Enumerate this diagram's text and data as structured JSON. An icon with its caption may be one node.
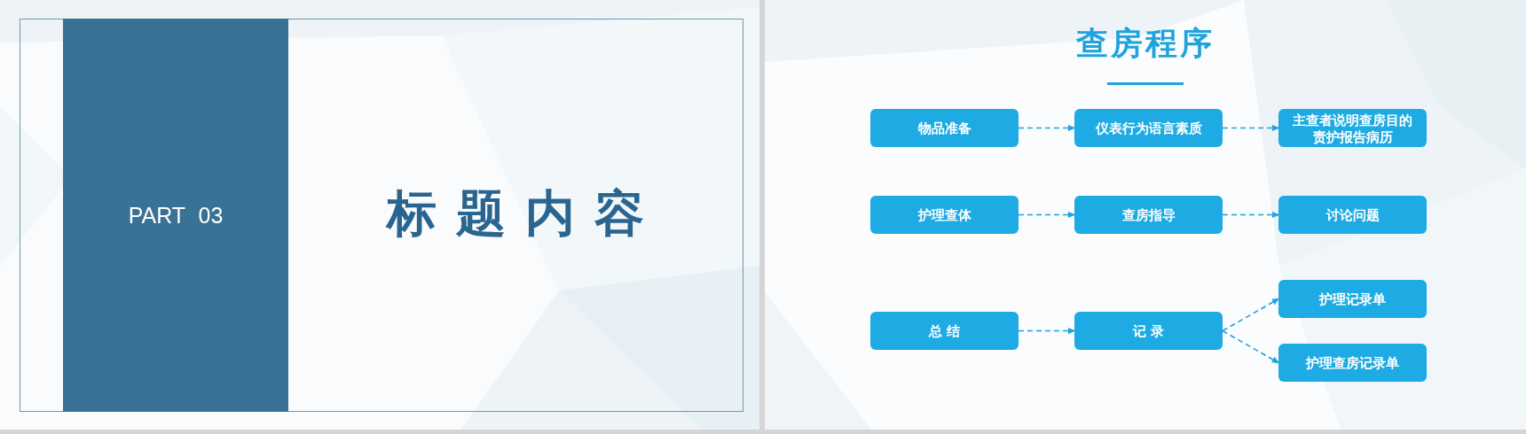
{
  "diagram": {
    "title": "查房程序",
    "nodes": [
      {
        "text": [
          "标题内容"
        ]
      },
      {
        "text": [
          "PART 03"
        ],
        "in": 0
      },
      {
        "text": [
          "物品准备"
        ]
      },
      {
        "text": [
          "仪表行为语言素质"
        ]
      },
      {
        "text": [
          "主查者说明查房目的责护报告病历"
        ]
      },
      {
        "text": [
          "护理查体"
        ]
      },
      {
        "text": [
          "查房指导"
        ]
      },
      {
        "text": [
          "讨论问题"
        ]
      },
      {
        "text": [
          "总 结"
        ]
      },
      {
        "text": [
          "记 录"
        ]
      },
      {
        "text": [
          "护理记录单"
        ]
      },
      {
        "text": [
          "护理查房记录单"
        ]
      }
    ],
    "edges": [
      {
        "from": 2,
        "to": 3,
        "arrow": "to",
        "style": "dashed"
      },
      {
        "from": 3,
        "to": 4,
        "arrow": "to",
        "style": "dashed"
      },
      {
        "from": 5,
        "to": 6,
        "arrow": "to",
        "style": "dashed"
      },
      {
        "from": 6,
        "to": 7,
        "arrow": "to",
        "style": "dashed"
      },
      {
        "from": 8,
        "to": 9,
        "arrow": "to",
        "style": "dashed"
      },
      {
        "from": 9,
        "to": 10,
        "arrow": "to",
        "style": "dashed"
      },
      {
        "from": 9,
        "to": 11,
        "arrow": "to",
        "style": "dashed"
      }
    ]
  }
}
